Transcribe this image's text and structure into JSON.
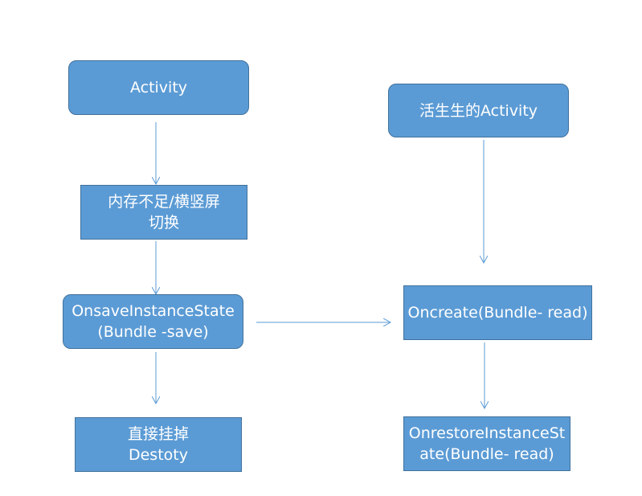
{
  "colors": {
    "node_fill": "#5b9bd5",
    "node_border": "#41719c",
    "node_text": "#ffffff",
    "arrow": "#5b9bd5"
  },
  "nodes": {
    "activity": "Activity",
    "memory_rotation": "内存不足/横竖屏\n切换",
    "onsave": "OnsaveInstanceState\n(Bundle -save)",
    "destroy": "直接挂掉\nDestoty",
    "live_activity": "活生生的Activity",
    "oncreate": "Oncreate(Bundle- read)",
    "onrestore": "OnrestoreInstanceSt\nate(Bundle- read)"
  }
}
